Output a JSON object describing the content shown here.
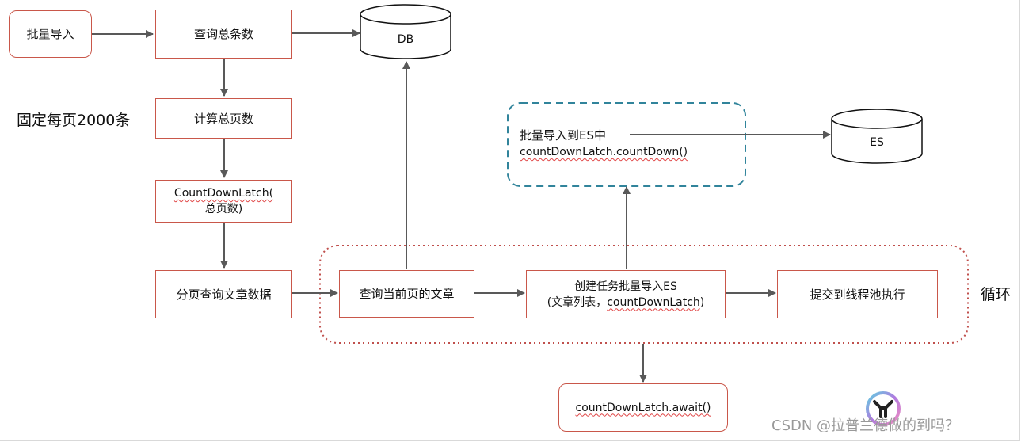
{
  "nodes": {
    "batch_import": "批量导入",
    "query_total": "查询总条数",
    "db": "DB",
    "calc_pages": "计算总页数",
    "fixed_page_note": "固定每页2000条",
    "countdown_latch_line1": "CountDownLatch(",
    "countdown_latch_line2": "总页数)",
    "paged_query": "分页查询文章数据",
    "query_current_page": "查询当前页的文章",
    "create_task_line1": "创建任务批量导入ES",
    "create_task_line2_a": "(文章列表，",
    "create_task_line2_b": "countDownLatch",
    "create_task_line2_c": ")",
    "submit_pool": "提交到线程池执行",
    "loop_label": "循环",
    "import_es_line1": "批量导入到ES中",
    "import_es_line2": "countDownLatch.countDown()",
    "es": "ES",
    "await": "countDownLatch.await()"
  },
  "watermark": "CSDN @拉普兰德做的到吗？",
  "colors": {
    "box_border": "#c9574a",
    "arrow": "#595959",
    "loop_border": "#c0504d",
    "es_group_border": "#31849b"
  }
}
